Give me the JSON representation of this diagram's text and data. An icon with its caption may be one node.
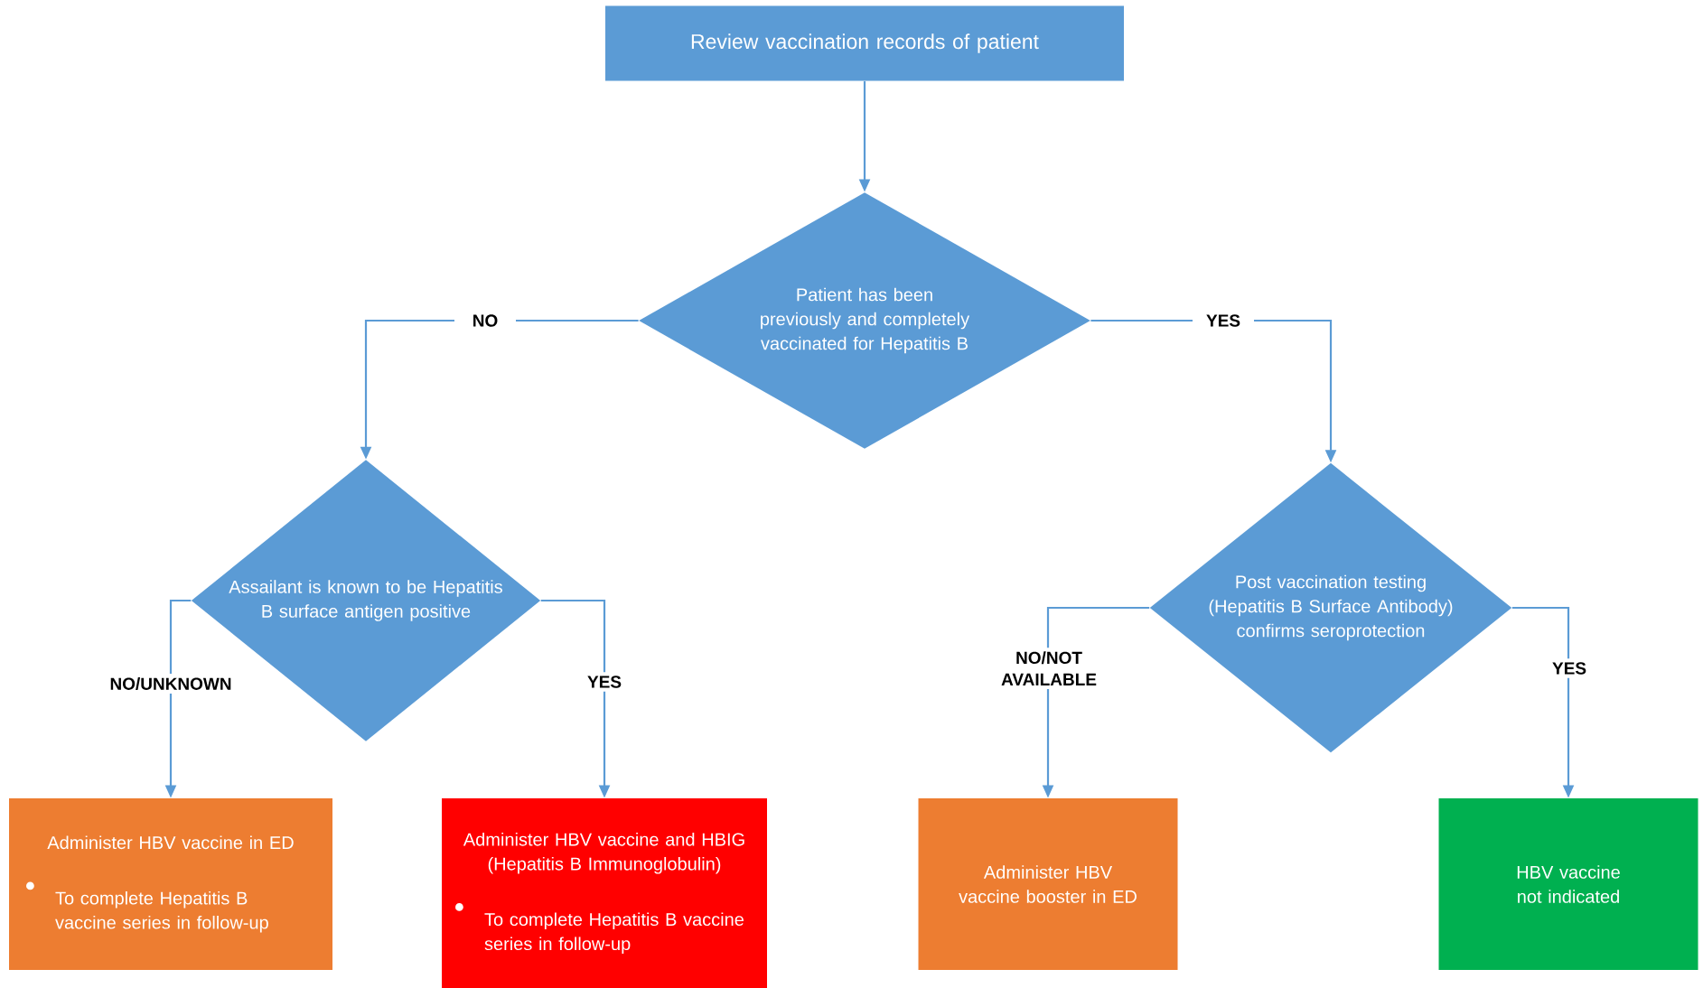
{
  "diagram": {
    "nodes": [
      {
        "text": [
          "Review vaccination records of patient"
        ]
      },
      {
        "text": [
          "Patient has been previously and completely vaccinated for Hepatitis B"
        ]
      },
      {
        "text": [
          "Assailant is known to be Hepatitis B surface antigen positive"
        ]
      },
      {
        "text": [
          "Post vaccination testing (Hepatitis B Surface Antibody) confirms seroprotection"
        ]
      },
      {
        "text": [
          "Administer HBV vaccine in ED",
          "To complete Hepatitis B vaccine series in follow-up"
        ]
      },
      {
        "text": [
          "Administer HBV vaccine and HBIG (Hepatitis B Immunoglobulin)",
          "To complete Hepatitis B vaccine series in follow-up"
        ]
      },
      {
        "text": [
          "Administer HBV vaccine booster in ED"
        ]
      },
      {
        "text": [
          "HBV vaccine not indicated"
        ]
      }
    ],
    "edges": [
      {
        "from": 0,
        "to": 1,
        "arrow": "to"
      },
      {
        "from": 1,
        "to": 2,
        "arrow": "to",
        "label": "NO"
      },
      {
        "from": 1,
        "to": 3,
        "arrow": "to",
        "label": "YES"
      },
      {
        "from": 2,
        "to": 4,
        "arrow": "to",
        "label": "NO/UNKNOWN"
      },
      {
        "from": 2,
        "to": 5,
        "arrow": "to",
        "label": "YES"
      },
      {
        "from": 3,
        "to": 6,
        "arrow": "to",
        "label": "NO/NOT AVAILABLE"
      },
      {
        "from": 3,
        "to": 7,
        "arrow": "to",
        "label": "YES"
      }
    ]
  }
}
